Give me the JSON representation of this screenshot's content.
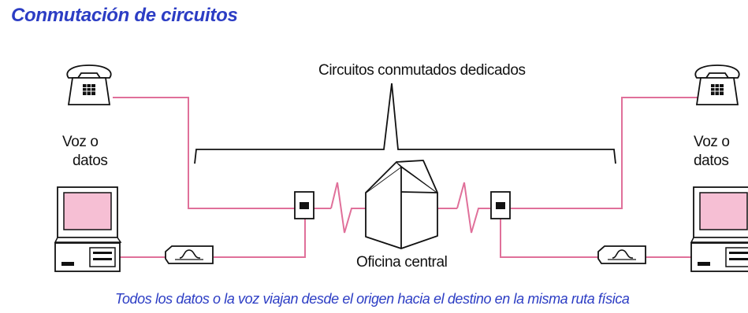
{
  "title": "Conmutación de circuitos",
  "labels": {
    "circuits": "Circuitos conmutados dedicados",
    "voice_data_left_line1": "Voz o",
    "voice_data_left_line2": "datos",
    "voice_data_right_line1": "Voz o",
    "voice_data_right_line2": "datos",
    "central_office": "Oficina central"
  },
  "caption": "Todos los datos o la voz viajan desde el origen hacia el destino en la misma ruta física",
  "colors": {
    "title": "#2c3dc4",
    "caption": "#2c3dc4",
    "line": "#e0709a",
    "screen": "#f6bfd4",
    "outline": "#111111"
  },
  "icons": [
    "telephone-icon",
    "computer-icon",
    "modem-icon",
    "wall-jack-icon",
    "central-office-building-icon"
  ]
}
